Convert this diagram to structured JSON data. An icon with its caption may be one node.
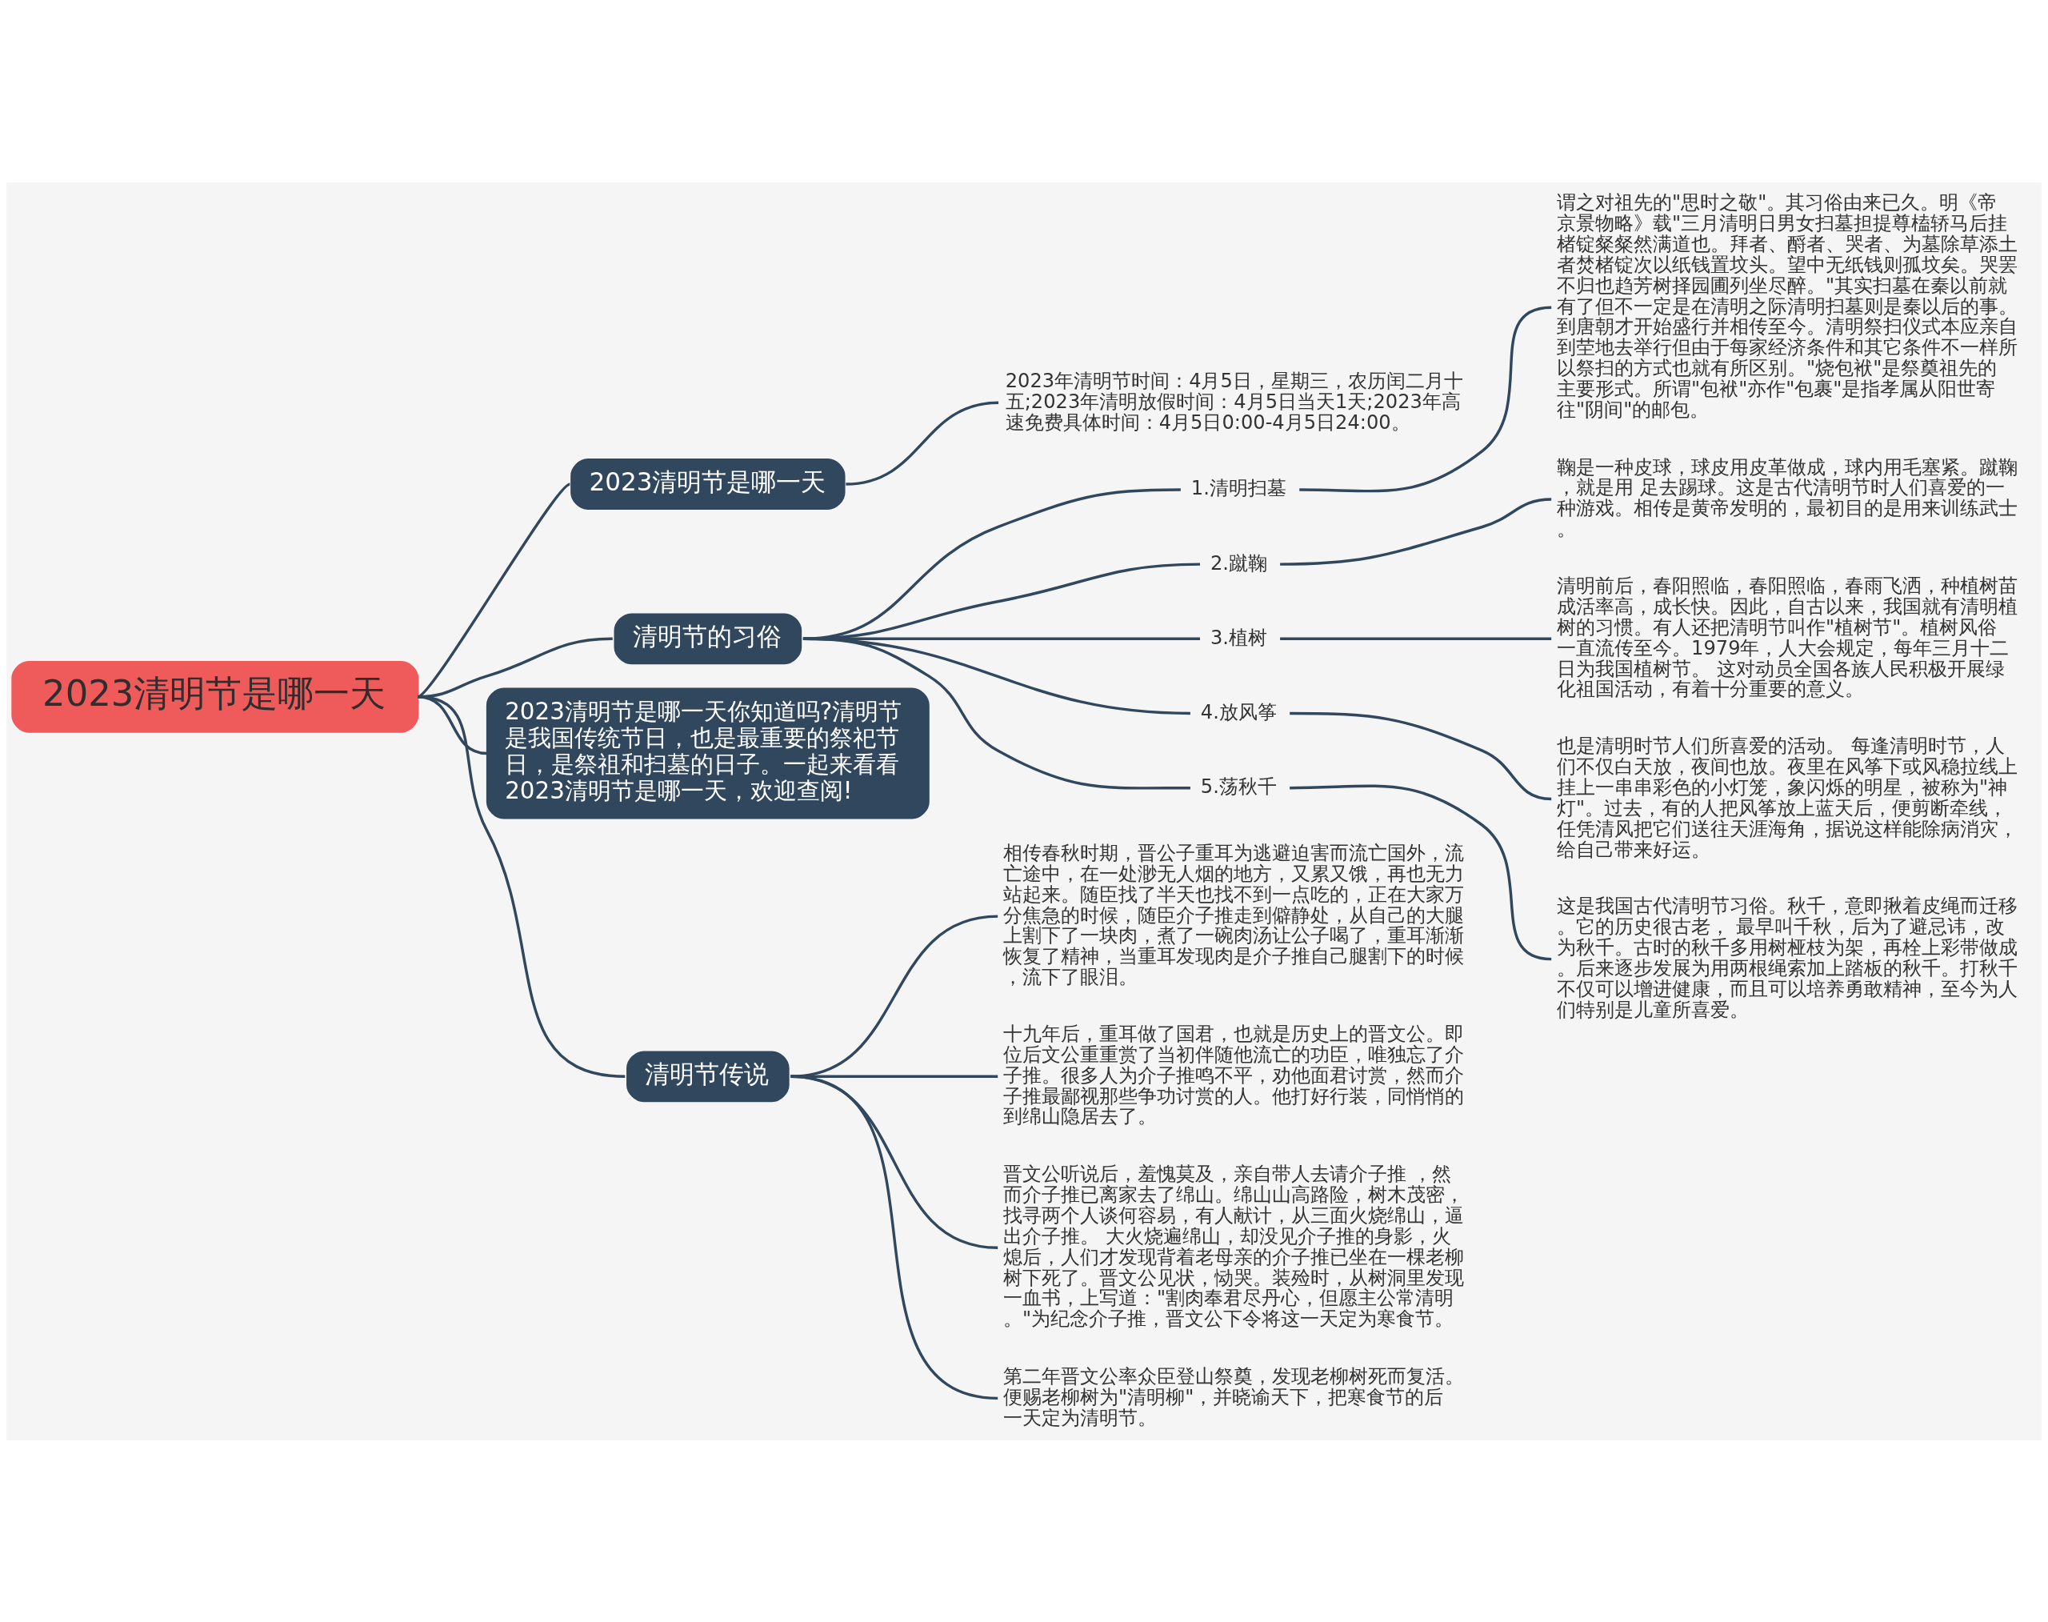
{
  "diagram": {
    "nodes": [
      {
        "text": [
          "2023清明节是哪一天"
        ]
      },
      {
        "text": [
          "2023清明节是哪一天"
        ]
      },
      {
        "text": [
          "2023年清明节时间：4月5日，星期三，农历闰二月十五;2023年清明放假时间：4月5日当天1天;2023年高速免费具体时间：4月5日0:00-4月5日24:00。"
        ]
      },
      {
        "text": [
          "清明节的习俗"
        ]
      },
      {
        "text": [
          "1.清明扫墓"
        ]
      },
      {
        "text": [
          "谓之对祖先的\"思时之敬\"。其习俗由来已久。明《帝京景物略》载\"三月清明日男女扫墓担提尊榼轿马后挂楮锭粲粲然满道也。拜者、酹者、哭者、为墓除草添土者焚楮锭次以纸钱置坟头。望中无纸钱则孤坟矣。哭罢不归也趋芳树择园圃列坐尽醉。\"其实扫墓在秦以前就有了但不一定是在清明之际清明扫墓则是秦以后的事。到唐朝才开始盛行并相传至今。清明祭扫仪式本应亲自到茔地去举行但由于每家经济条件和其它条件不一样所以祭扫的方式也就有所区别。\"烧包袱\"是祭奠祖先的主要形式。所谓\"包袱\"亦作\"包裹\"是指孝属从阳世寄往\"阴间\"的邮包。"
        ]
      },
      {
        "text": [
          "2.蹴鞠"
        ]
      },
      {
        "text": [
          "鞠是一种皮球，球皮用皮革做成，球内用毛塞紧。蹴鞠，就是用 足去踢球。这是古代清明节时人们喜爱的一种游戏。相传是黄帝发明的，最初目的是用来训练武士。"
        ]
      },
      {
        "text": [
          "3.植树"
        ]
      },
      {
        "text": [
          "清明前后，春阳照临，春阳照临，春雨飞洒，种植树苗成活率高，成长快。因此，自古以来，我国就有清明植树的习惯。有人还把清明节叫作\"植树节\"。植树风俗一直流传至今。1979年，人大会规定，每年三月十二日为我国植树节。 这对动员全国各族人民积极开展绿化祖国活动，有着十分重要的意义。"
        ]
      },
      {
        "text": [
          "4.放风筝"
        ]
      },
      {
        "text": [
          "也是清明时节人们所喜爱的活动。 每逢清明时节，人们不仅白天放，夜间也放。夜里在风筝下或风稳拉线上挂上一串串彩色的小灯笼，象闪烁的明星，被称为\"神灯\"。过去，有的人把风筝放上蓝天后，便剪断牵线，任凭清风把它们送往天涯海角，据说这样能除病消灾，给自己带来好运。"
        ]
      },
      {
        "text": [
          "5.荡秋千"
        ]
      },
      {
        "text": [
          "这是我国古代清明节习俗。秋千，意即揪着皮绳而迁移。它的历史很古老， 最早叫千秋，后为了避忌讳，改为秋千。古时的秋千多用树桠枝为架，再栓上彩带做成。后来逐步发展为用两根绳索加上踏板的秋千。打秋千不仅可以增进健康，而且可以培养勇敢精神，至今为人们特别是儿童所喜爱。"
        ]
      },
      {
        "text": [
          "2023清明节是哪一天你知道吗?清明节是我国传统节日，也是最重要的祭祀节日，是祭祖和扫墓的日子。一起来看看2023清明节是哪一天，欢迎查阅!"
        ]
      },
      {
        "text": [
          "清明节传说"
        ]
      },
      {
        "text": [
          "相传春秋时期，晋公子重耳为逃避迫害而流亡国外，流亡途中，在一处渺无人烟的地方，又累又饿，再也无力站起来。随臣找了半天也找不到一点吃的，正在大家万分焦急的时候，随臣介子推走到僻静处，从自己的大腿上割下了一块肉，煮了一碗肉汤让公子喝了，重耳渐渐恢复了精神，当重耳发现肉是介子推自己腿割下的时候，流下了眼泪。"
        ]
      },
      {
        "text": [
          "十九年后，重耳做了国君，也就是历史上的晋文公。即位后文公重重赏了当初伴随他流亡的功臣，唯独忘了介子推。很多人为介子推鸣不平，劝他面君讨赏，然而介子推最鄙视那些争功讨赏的人。他打好行装，同悄悄的到绵山隐居去了。"
        ]
      },
      {
        "text": [
          "晋文公听说后，羞愧莫及，亲自带人去请介子推 ，然而介子推已离家去了绵山。绵山山高路险，树木茂密，找寻两个人谈何容易，有人献计，从三面火烧绵山，逼出介子推。 大火烧遍绵山，却没见介子推的身影，火熄后，人们才发现背着老母亲的介子推已坐在一棵老柳树下死了。晋文公见状，恸哭。装殓时，从树洞里发现一血书，上写道：\"割肉奉君尽丹心，但愿主公常清明。\"为纪念介子推，晋文公下令将这一天定为寒食节。"
        ]
      },
      {
        "text": [
          "第二年晋文公率众臣登山祭奠，发现老柳树死而复活。便赐老柳树为\"清明柳\"，并晓谕天下，把寒食节的后一天定为清明节。"
        ]
      }
    ],
    "edges": [
      {
        "from": 0,
        "to": 1,
        "arrow": "none"
      },
      {
        "from": 1,
        "to": 2,
        "arrow": "none"
      },
      {
        "from": 0,
        "to": 3,
        "arrow": "none"
      },
      {
        "from": 3,
        "to": 4,
        "arrow": "none"
      },
      {
        "from": 4,
        "to": 5,
        "arrow": "none"
      },
      {
        "from": 3,
        "to": 6,
        "arrow": "none"
      },
      {
        "from": 6,
        "to": 7,
        "arrow": "none"
      },
      {
        "from": 3,
        "to": 8,
        "arrow": "none"
      },
      {
        "from": 8,
        "to": 9,
        "arrow": "none"
      },
      {
        "from": 3,
        "to": 10,
        "arrow": "none"
      },
      {
        "from": 10,
        "to": 11,
        "arrow": "none"
      },
      {
        "from": 3,
        "to": 12,
        "arrow": "none"
      },
      {
        "from": 12,
        "to": 13,
        "arrow": "none"
      },
      {
        "from": 0,
        "to": 14,
        "arrow": "none"
      },
      {
        "from": 0,
        "to": 15,
        "arrow": "none"
      },
      {
        "from": 15,
        "to": 16,
        "arrow": "none"
      },
      {
        "from": 15,
        "to": 17,
        "arrow": "none"
      },
      {
        "from": 15,
        "to": 18,
        "arrow": "none"
      },
      {
        "from": 15,
        "to": 19,
        "arrow": "none"
      }
    ]
  }
}
